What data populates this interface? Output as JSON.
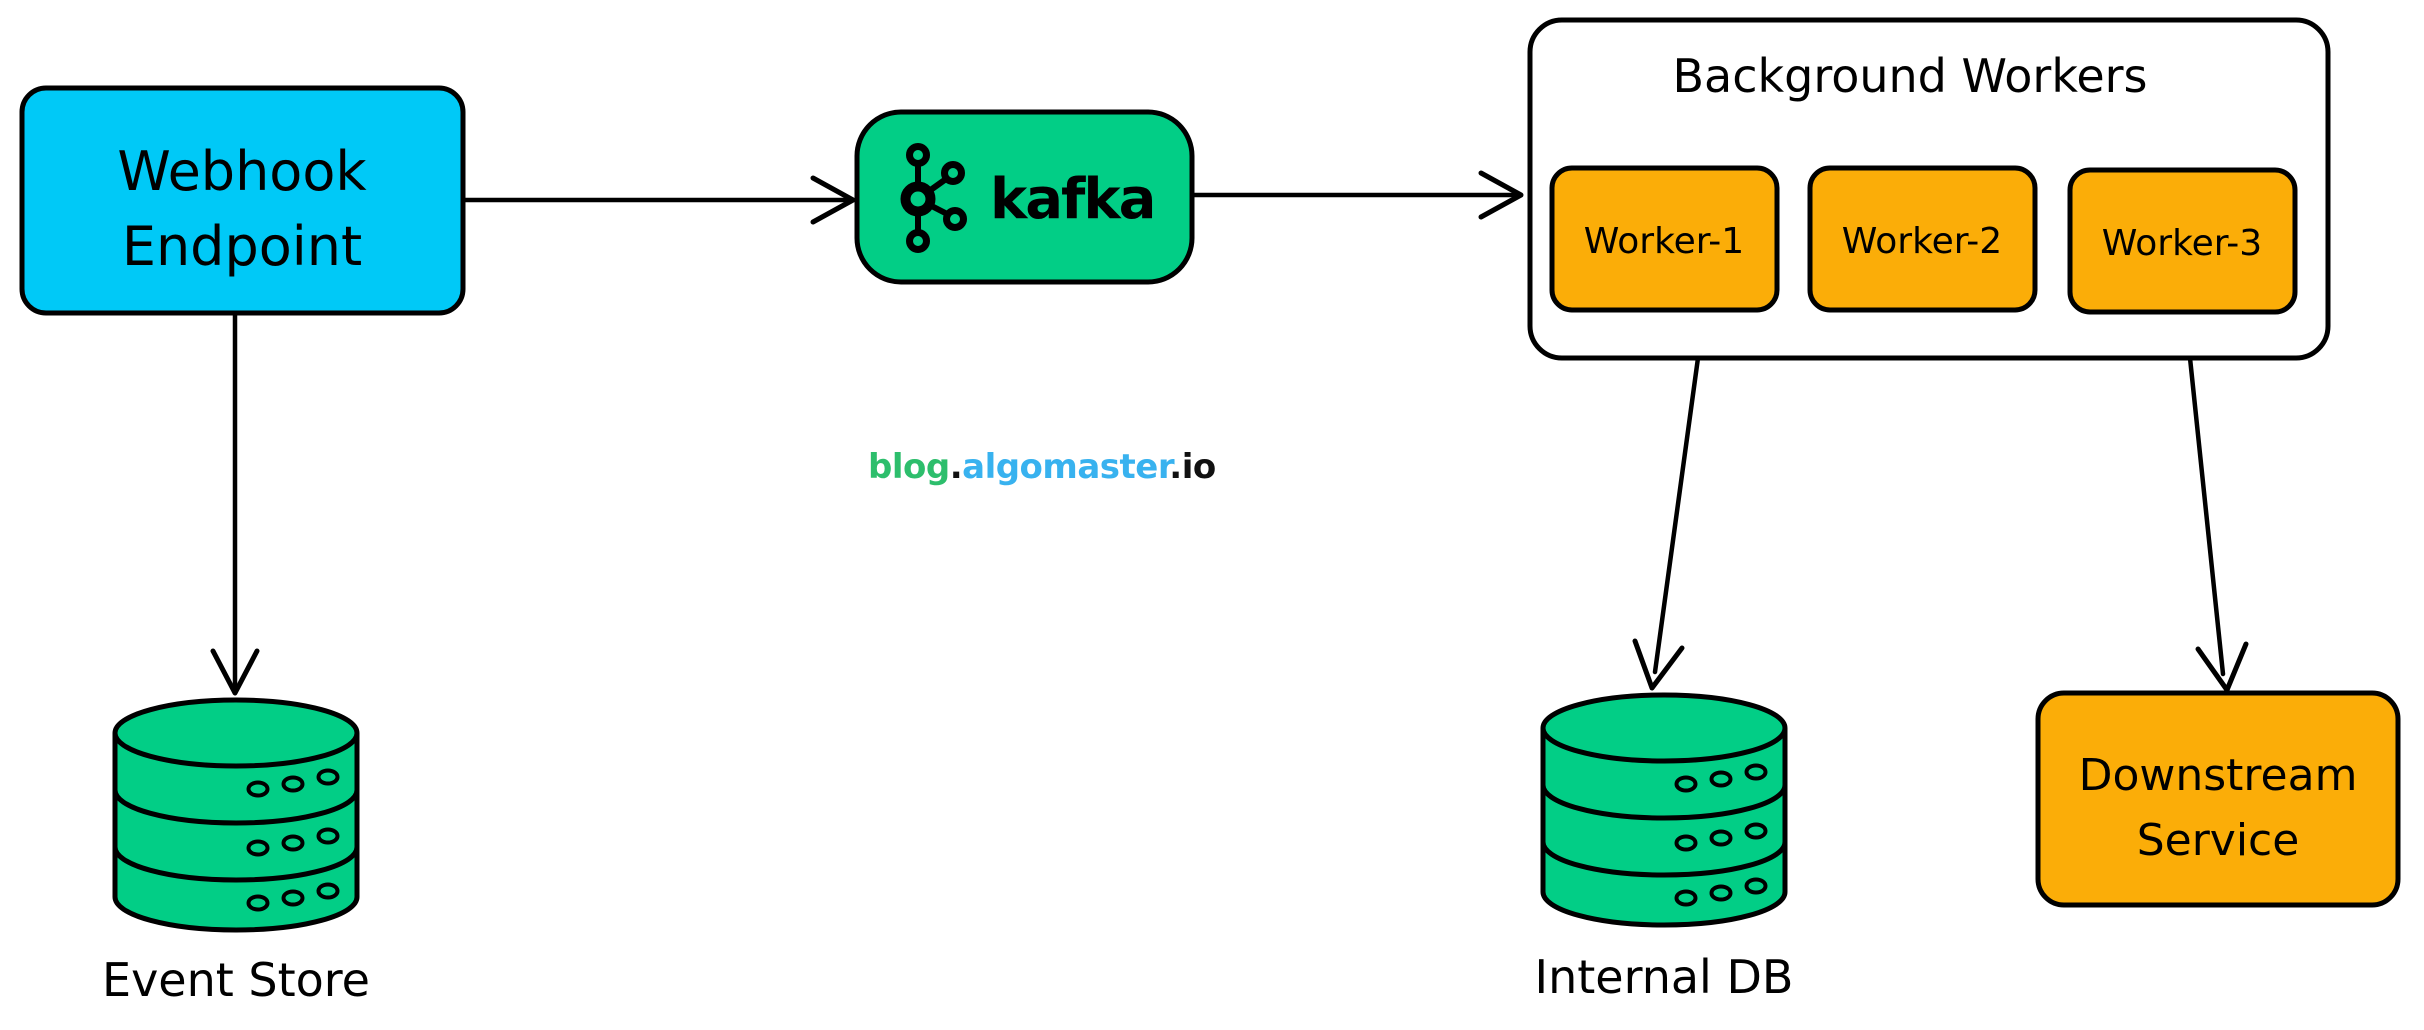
{
  "colors": {
    "background": "#FFFFFF",
    "outline": "#000000",
    "node_cyan": "#00C9F7",
    "node_green": "#02CE86",
    "node_orange": "#FBAD08",
    "container_white": "#FFFFFF",
    "brand_green": "#2DBE6C",
    "brand_blue": "#38B2EF",
    "brand_black": "#111111"
  },
  "nodes": {
    "webhook_endpoint": {
      "line1": "Webhook",
      "line2": "Endpoint"
    },
    "kafka": {
      "wordmark": "kafka",
      "icon": "kafka-logo"
    },
    "background_workers": {
      "title": "Background Workers",
      "workers": [
        {
          "label": "Worker-1"
        },
        {
          "label": "Worker-2"
        },
        {
          "label": "Worker-3"
        }
      ]
    },
    "event_store": {
      "label": "Event Store",
      "icon": "database-cylinder"
    },
    "internal_db": {
      "label": "Internal DB",
      "icon": "database-cylinder"
    },
    "downstream_service": {
      "line1": "Downstream",
      "line2": "Service"
    }
  },
  "watermark": {
    "blog": "blog",
    "dot1": ".",
    "algomaster": "algomaster",
    "dot2": ".",
    "io": "io"
  }
}
